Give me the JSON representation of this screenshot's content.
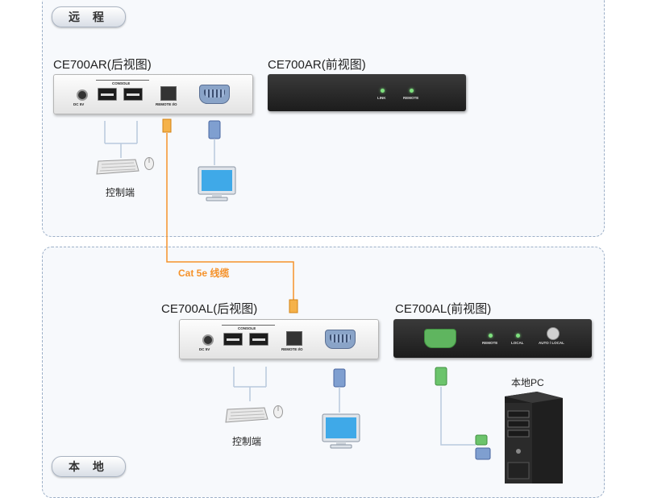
{
  "zones": {
    "remote_label": "远 程",
    "local_label": "本 地"
  },
  "remote_unit": {
    "rear_title": "CE700AR(后视图)",
    "front_title": "CE700AR(前视图)",
    "rear_labels": {
      "console": "CONSOLE",
      "remote_io": "REMOTE I/O",
      "power": "DC 5V"
    },
    "front_leds": [
      "LINK",
      "REMOTE"
    ]
  },
  "local_unit": {
    "rear_title": "CE700AL(后视图)",
    "front_title": "CE700AL(前视图)",
    "rear_labels": {
      "console": "CONSOLE",
      "remote_io": "REMOTE I/O",
      "power": "DC 5V"
    },
    "front_leds": [
      "REMOTE",
      "LOCAL"
    ],
    "front_button": "AUTO / LOCAL"
  },
  "cable": {
    "label": "Cat 5e 线缆",
    "color": "#f5922a"
  },
  "peripherals": {
    "remote_console": "控制端",
    "local_console": "控制端",
    "local_pc": "本地PC"
  },
  "colors": {
    "zone_border": "#9db0c8",
    "vga_blue": "#8aa4c8",
    "vga_green": "#5fb55f",
    "cable_orange": "#f5922a"
  }
}
